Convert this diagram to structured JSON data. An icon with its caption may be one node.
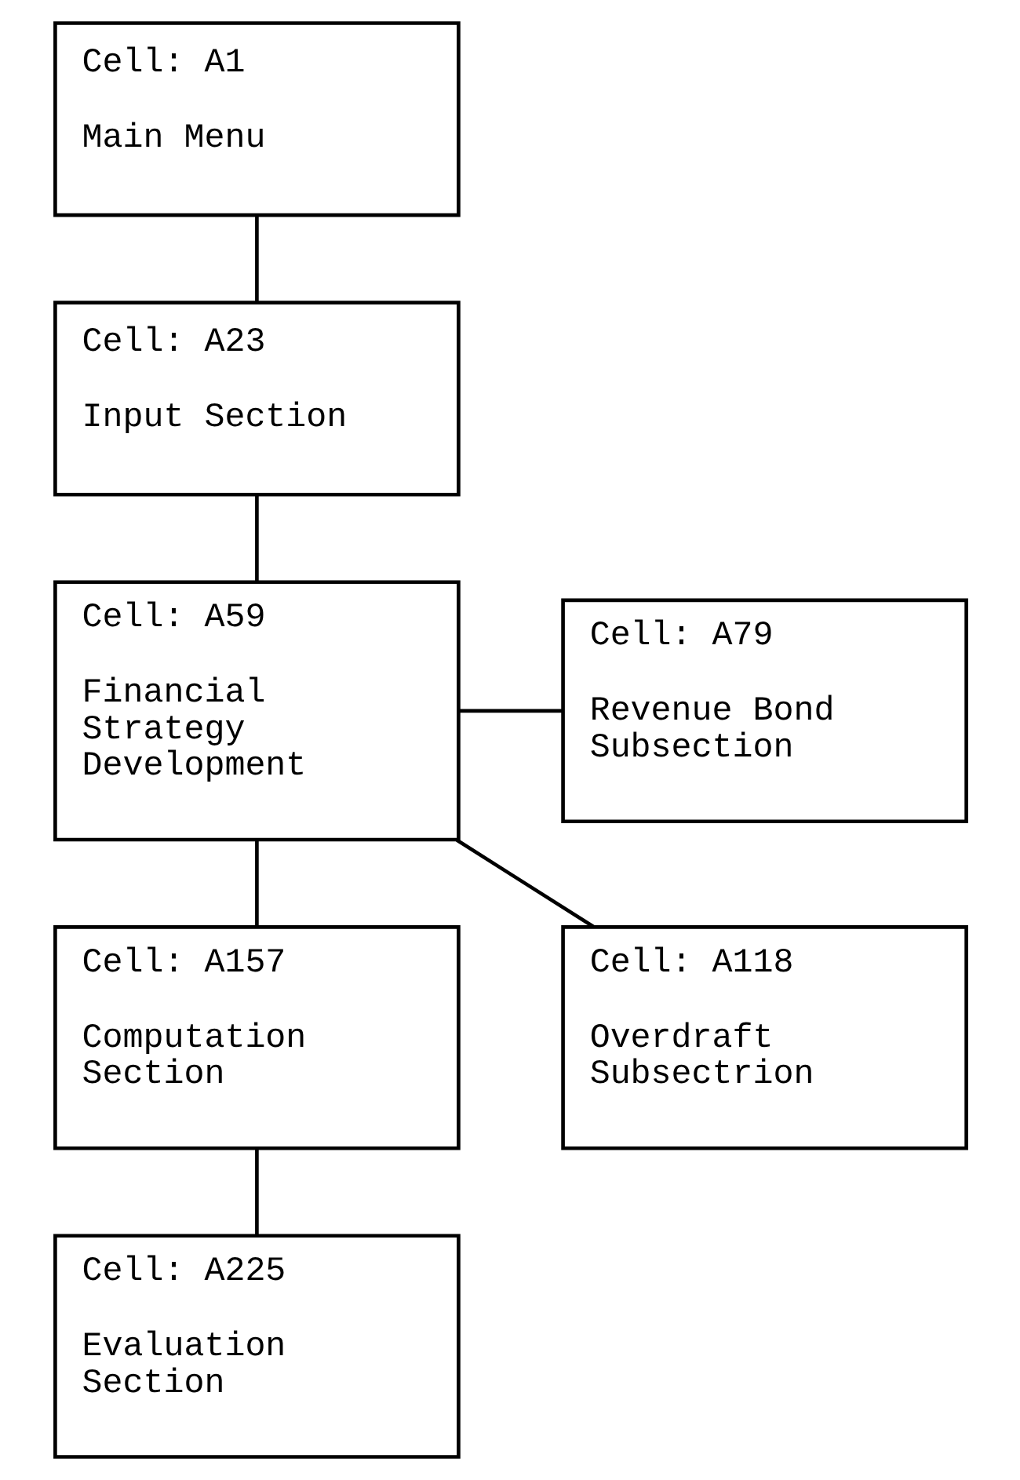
{
  "diagram": {
    "nodes": [
      {
        "text": [
          "Cell: A1",
          "Main Menu"
        ]
      },
      {
        "text": [
          "Cell: A23",
          "Input Section"
        ]
      },
      {
        "text": [
          "Cell: A59",
          "Financial Strategy Development"
        ]
      },
      {
        "text": [
          "Cell: A79",
          "Revenue Bond Subsection"
        ]
      },
      {
        "text": [
          "Cell: A118",
          "Overdraft Subsectrion"
        ]
      },
      {
        "text": [
          "Cell: A157",
          "Computation Section"
        ]
      },
      {
        "text": [
          "Cell: A225",
          "Evaluation Section"
        ]
      }
    ],
    "edges": [
      {
        "from": 0,
        "to": 1,
        "arrow": "none"
      },
      {
        "from": 1,
        "to": 2,
        "arrow": "none"
      },
      {
        "from": 2,
        "to": 3,
        "arrow": "none"
      },
      {
        "from": 2,
        "to": 4,
        "arrow": "none"
      },
      {
        "from": 2,
        "to": 5,
        "arrow": "none"
      },
      {
        "from": 5,
        "to": 6,
        "arrow": "none"
      }
    ]
  }
}
